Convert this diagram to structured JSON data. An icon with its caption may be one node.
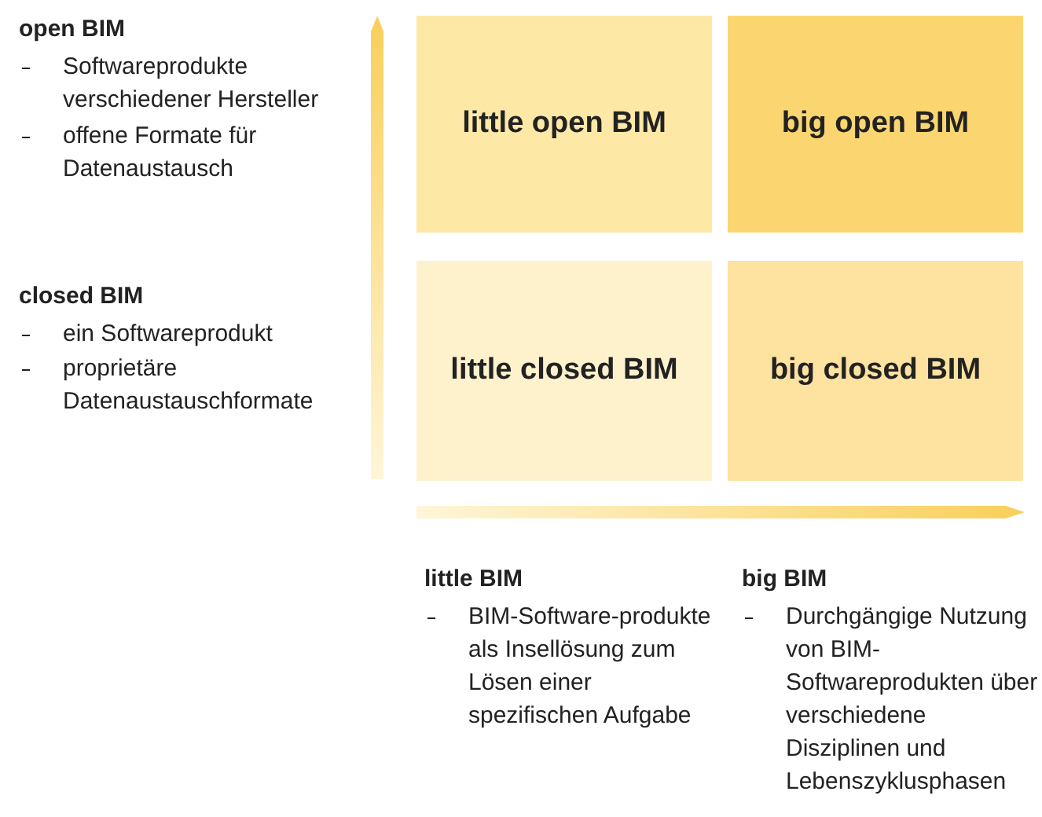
{
  "diagram": {
    "nodes": [
      {
        "text": [
          "little open BIM"
        ]
      },
      {
        "text": [
          "big open BIM"
        ]
      },
      {
        "text": [
          "little closed BIM"
        ]
      },
      {
        "text": [
          "big closed BIM"
        ]
      }
    ],
    "labels": [
      "open BIM",
      "Softwareprodukte verschiedener Hersteller",
      "offene Formate für Datenaustausch",
      "closed BIM",
      "ein Softwareprodukt",
      "proprietäre Datenaustauschformate",
      "little BIM",
      "BIM-Software-produkte als Insellösung zum Lösen einer spezifischen Aufgabe",
      "big BIM",
      "Durchgängige Nutzung von BIM-Softwareprodukten über verschiedene Disziplinen und Lebenszyklusphasen"
    ]
  }
}
